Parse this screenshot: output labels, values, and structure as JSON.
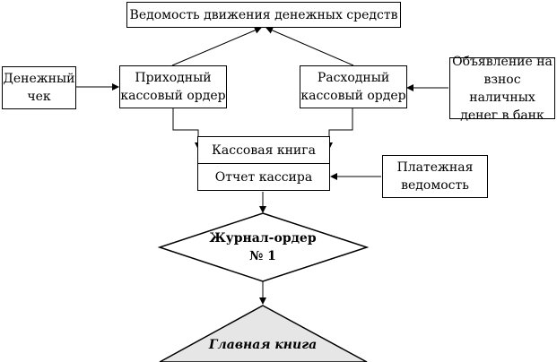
{
  "diagram": {
    "nodes": {
      "cash_flow_statement": "Ведомость движения денежных средств",
      "cash_check": [
        "Денежный",
        "чек"
      ],
      "receipt_order": [
        "Приходный",
        "кассовый ордер"
      ],
      "expense_order": [
        "Расходный",
        "кассовый ордер"
      ],
      "deposit_notice": [
        "Объявление на",
        "взнос наличных",
        "денег в банк"
      ],
      "cash_book": "Кассовая книга",
      "cashier_report": "Отчет кассира",
      "payroll": [
        "Платежная",
        "ведомость"
      ],
      "journal_order": [
        "Журнал-ордер",
        "№ 1"
      ],
      "general_ledger": "Главная книга"
    },
    "colors": {
      "stroke": "#000000",
      "ledger_fill": "#e6e6e6"
    }
  }
}
